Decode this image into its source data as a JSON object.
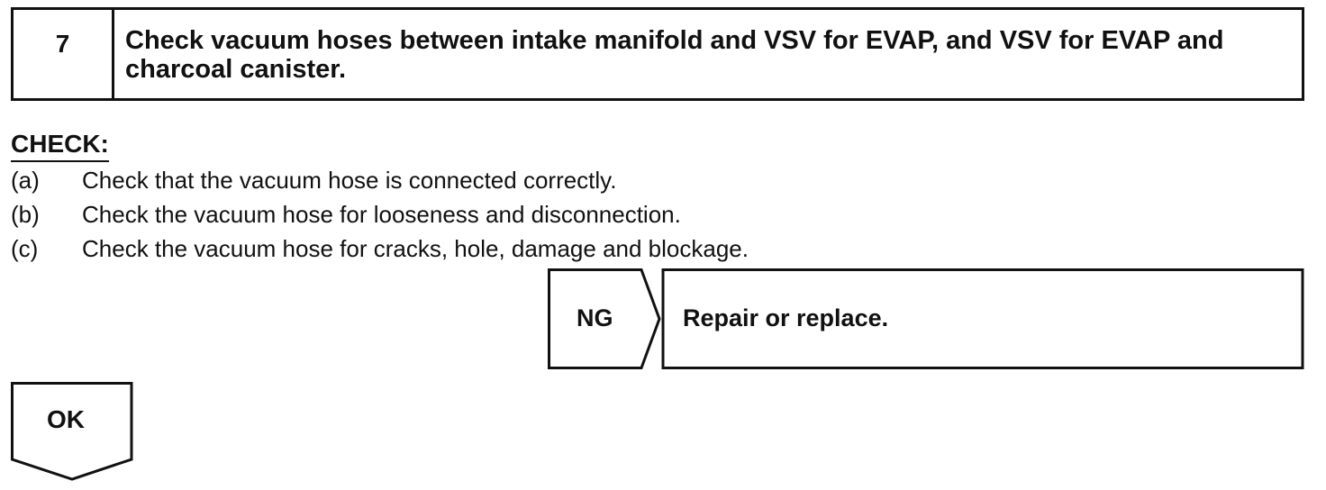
{
  "step": {
    "number": "7",
    "title": "Check vacuum hoses between intake manifold and VSV for EVAP, and VSV for EVAP and charcoal canister."
  },
  "check": {
    "heading": "CHECK:",
    "items": [
      {
        "marker": "(a)",
        "text": "Check that the vacuum hose is connected correctly."
      },
      {
        "marker": "(b)",
        "text": "Check the vacuum hose for looseness and disconnection."
      },
      {
        "marker": "(c)",
        "text": "Check the vacuum hose for cracks, hole, damage and blockage."
      }
    ]
  },
  "ng": {
    "label": "NG",
    "result": "Repair or replace."
  },
  "ok": {
    "label": "OK"
  }
}
